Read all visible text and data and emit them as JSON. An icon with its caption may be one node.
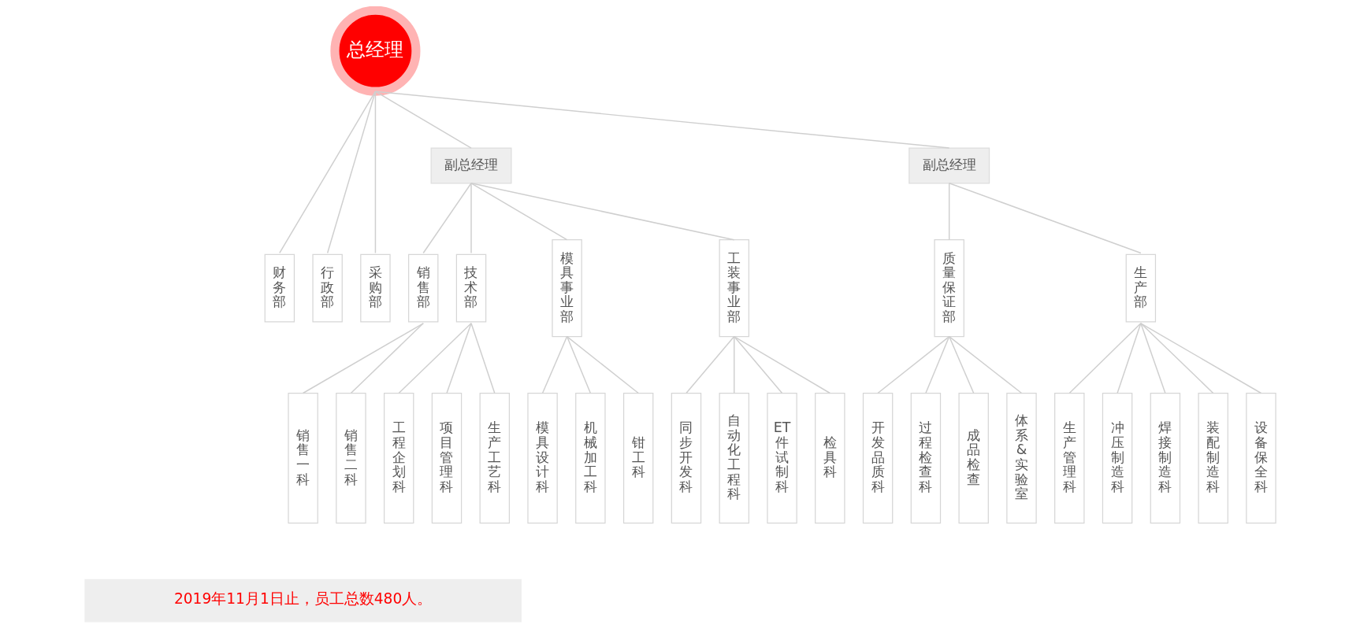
{
  "diagram": {
    "nodes": [
      {
        "text": [
          "总经理"
        ]
      },
      {
        "text": [
          "副总经理"
        ]
      },
      {
        "text": [
          "副总经理"
        ]
      },
      {
        "text": [
          "财务部"
        ]
      },
      {
        "text": [
          "行政部"
        ]
      },
      {
        "text": [
          "采购部"
        ]
      },
      {
        "text": [
          "销售部"
        ]
      },
      {
        "text": [
          "技术部"
        ]
      },
      {
        "text": [
          "模具事业部"
        ]
      },
      {
        "text": [
          "工装事业部"
        ]
      },
      {
        "text": [
          "质量保证部"
        ]
      },
      {
        "text": [
          "生产部"
        ]
      },
      {
        "text": [
          "销售一科"
        ]
      },
      {
        "text": [
          "销售二科"
        ]
      },
      {
        "text": [
          "工程企划科"
        ]
      },
      {
        "text": [
          "项目管理科"
        ]
      },
      {
        "text": [
          "生产工艺科"
        ]
      },
      {
        "text": [
          "模具设计科"
        ]
      },
      {
        "text": [
          "机械加工科"
        ]
      },
      {
        "text": [
          "钳工科"
        ]
      },
      {
        "text": [
          "同步开发科"
        ]
      },
      {
        "text": [
          "自动化工程科"
        ]
      },
      {
        "text": [
          "ET件试制科"
        ]
      },
      {
        "text": [
          "检具科"
        ]
      },
      {
        "text": [
          "开发品质科"
        ]
      },
      {
        "text": [
          "过程检查科"
        ]
      },
      {
        "text": [
          "成品检查"
        ]
      },
      {
        "text": [
          "体系&实验室"
        ]
      },
      {
        "text": [
          "生产管理科"
        ]
      },
      {
        "text": [
          "冲压制造科"
        ]
      },
      {
        "text": [
          "焊接制造科"
        ]
      },
      {
        "text": [
          "装配制造科"
        ]
      },
      {
        "text": [
          "设备保全科"
        ]
      },
      {
        "text": [
          "2019年11月1日止，员工总数480人。"
        ]
      }
    ],
    "edges": [
      {
        "from": 0,
        "to": 3,
        "arrow": "none"
      },
      {
        "from": 0,
        "to": 4,
        "arrow": "none"
      },
      {
        "from": 0,
        "to": 5,
        "arrow": "none"
      },
      {
        "from": 0,
        "to": 1,
        "arrow": "none"
      },
      {
        "from": 0,
        "to": 2,
        "arrow": "none"
      },
      {
        "from": 1,
        "to": 6,
        "arrow": "none"
      },
      {
        "from": 1,
        "to": 7,
        "arrow": "none"
      },
      {
        "from": 1,
        "to": 8,
        "arrow": "none"
      },
      {
        "from": 1,
        "to": 9,
        "arrow": "none"
      },
      {
        "from": 2,
        "to": 10,
        "arrow": "none"
      },
      {
        "from": 2,
        "to": 11,
        "arrow": "none"
      },
      {
        "from": 6,
        "to": 12,
        "arrow": "none"
      },
      {
        "from": 6,
        "to": 13,
        "arrow": "none"
      },
      {
        "from": 7,
        "to": 14,
        "arrow": "none"
      },
      {
        "from": 7,
        "to": 15,
        "arrow": "none"
      },
      {
        "from": 7,
        "to": 16,
        "arrow": "none"
      },
      {
        "from": 8,
        "to": 17,
        "arrow": "none"
      },
      {
        "from": 8,
        "to": 18,
        "arrow": "none"
      },
      {
        "from": 8,
        "to": 19,
        "arrow": "none"
      },
      {
        "from": 9,
        "to": 20,
        "arrow": "none"
      },
      {
        "from": 9,
        "to": 21,
        "arrow": "none"
      },
      {
        "from": 9,
        "to": 22,
        "arrow": "none"
      },
      {
        "from": 9,
        "to": 23,
        "arrow": "none"
      },
      {
        "from": 10,
        "to": 24,
        "arrow": "none"
      },
      {
        "from": 10,
        "to": 25,
        "arrow": "none"
      },
      {
        "from": 10,
        "to": 26,
        "arrow": "none"
      },
      {
        "from": 10,
        "to": 27,
        "arrow": "none"
      },
      {
        "from": 11,
        "to": 28,
        "arrow": "none"
      },
      {
        "from": 11,
        "to": 29,
        "arrow": "none"
      },
      {
        "from": 11,
        "to": 30,
        "arrow": "none"
      },
      {
        "from": 11,
        "to": 31,
        "arrow": "none"
      },
      {
        "from": 11,
        "to": 32,
        "arrow": "none"
      }
    ]
  }
}
